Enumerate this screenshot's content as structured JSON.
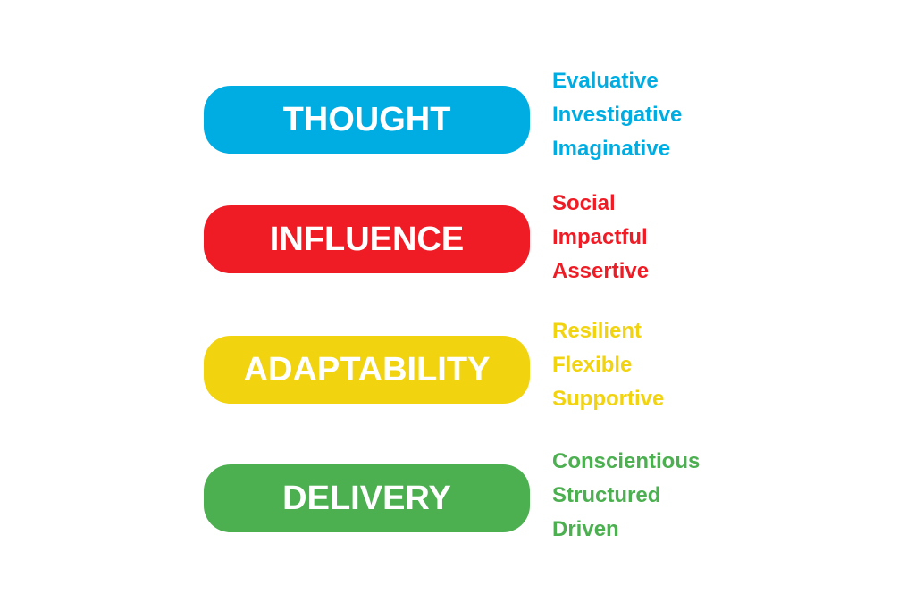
{
  "categories": [
    {
      "label": "THOUGHT",
      "color": "#00ade2",
      "traits": [
        "Evaluative",
        "Investigative",
        "Imaginative"
      ]
    },
    {
      "label": "INFLUENCE",
      "color": "#ef1c25",
      "traits": [
        "Social",
        "Impactful",
        "Assertive"
      ]
    },
    {
      "label": "ADAPTABILITY",
      "color": "#f2d30f",
      "traits": [
        "Resilient",
        "Flexible",
        "Supportive"
      ]
    },
    {
      "label": "DELIVERY",
      "color": "#4caf50",
      "traits": [
        "Conscientious",
        "Structured",
        "Driven"
      ]
    }
  ]
}
